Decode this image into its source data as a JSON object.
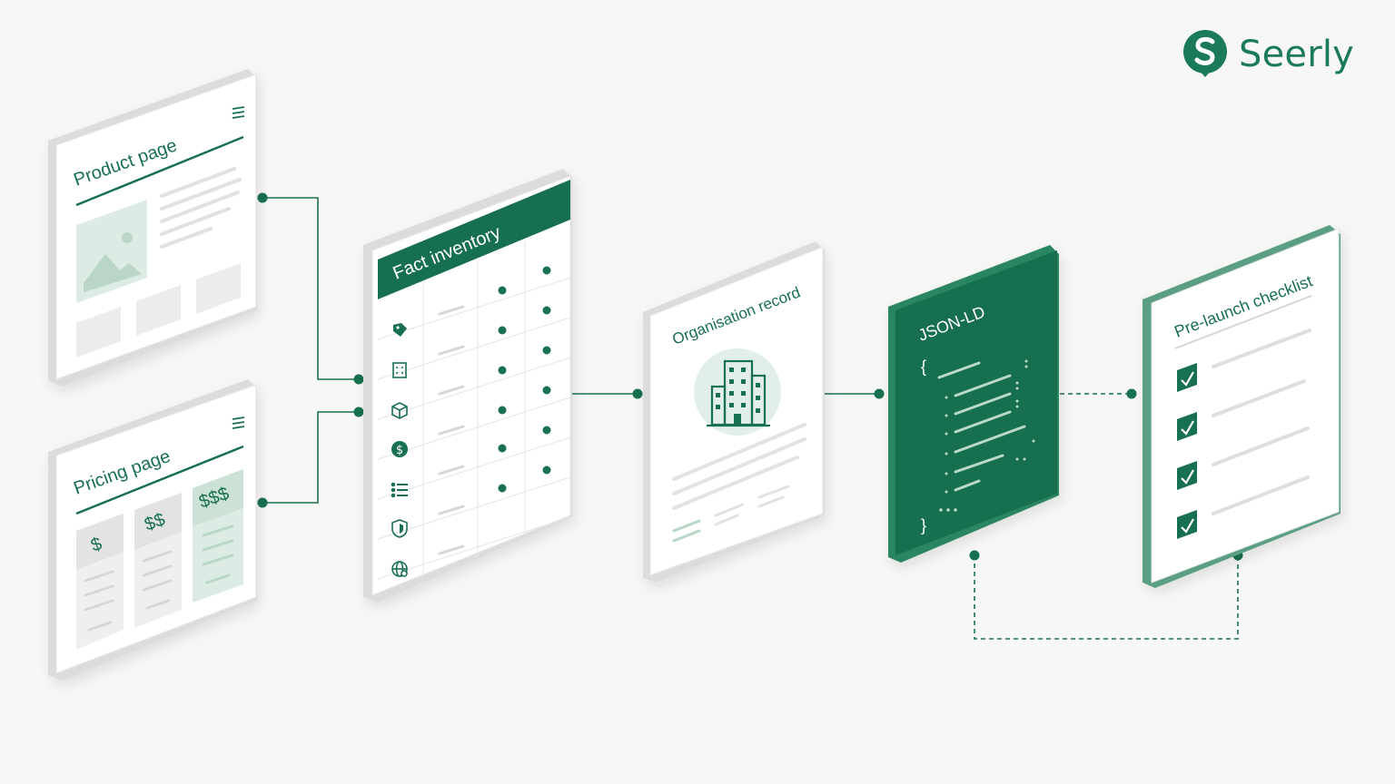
{
  "brand": {
    "name": "Seerly",
    "color": "#1a7a5a"
  },
  "colors": {
    "accent": "#17704f",
    "accent_light": "#d9ebe2",
    "panel": "#ffffff",
    "line": "#e3e3e3"
  },
  "cards": {
    "product": {
      "title": "Product page",
      "menu_icon": "menu-icon",
      "image_icon": "image-placeholder-icon"
    },
    "pricing": {
      "title": "Pricing page",
      "menu_icon": "menu-icon",
      "tiers": [
        "$",
        "$$",
        "$$$"
      ]
    },
    "facts": {
      "title": "Fact inventory",
      "row_icons": [
        "tag-icon",
        "building-icon",
        "box-icon",
        "dollar-icon",
        "list-icon",
        "shield-icon",
        "globe-icon"
      ]
    },
    "org": {
      "title": "Organisation record",
      "icon": "building-icon"
    },
    "jsonld": {
      "title": "JSON-LD",
      "open_brace": "{",
      "close_brace": "}"
    },
    "checklist": {
      "title": "Pre-launch checklist",
      "items_checked": 4
    }
  }
}
